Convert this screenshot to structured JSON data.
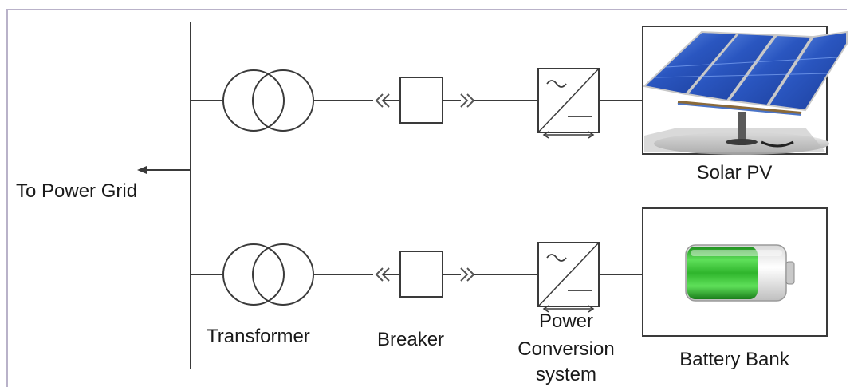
{
  "diagram": {
    "labels": {
      "grid": "To Power Grid",
      "transformer": "Transformer",
      "breaker": "Breaker",
      "pcs_line1": "Power",
      "pcs_line2": "Conversion",
      "pcs_line3": "system",
      "solar": "Solar PV",
      "battery": "Battery Bank"
    },
    "colors": {
      "line": "#3a3a3a",
      "frame": "#b9b2c9",
      "panel_blue": "#2f5fc4",
      "battery_green": "#3cc63a"
    },
    "icons": {
      "transformer": "transformer-symbol-icon",
      "breaker": "breaker-symbol-icon",
      "pcs": "inverter-symbol-icon",
      "solar": "solar-panel-icon",
      "battery": "battery-icon"
    }
  }
}
